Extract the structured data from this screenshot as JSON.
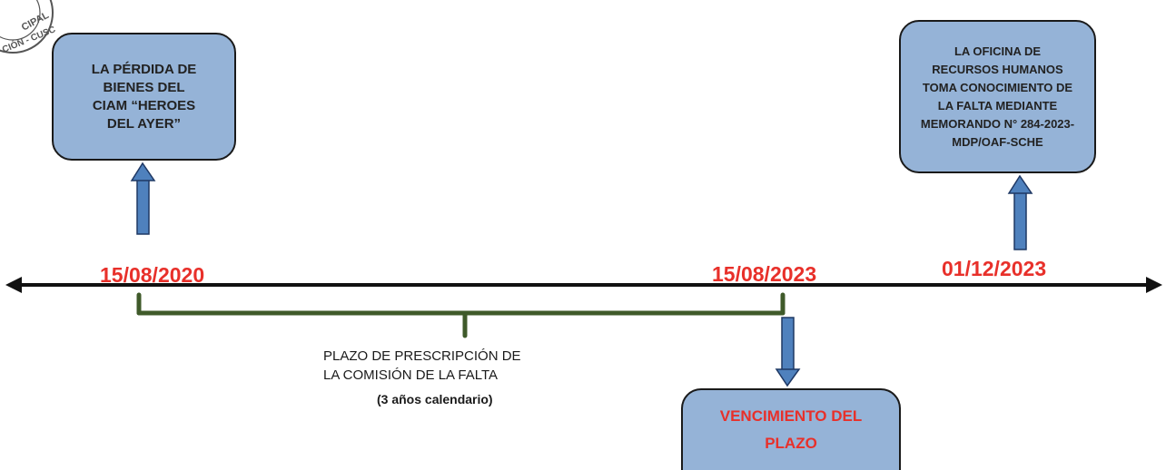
{
  "events": {
    "loss_box": "LA PÉRDIDA DE\nBIENES DEL\nCIAM “HEROES\nDEL AYER”",
    "rrhh_box": "LA OFICINA DE\nRECURSOS HUMANOS\nTOMA CONOCIMIENTO DE\nLA FALTA MEDIANTE\nMEMORANDO N° 284-2023-\nMDP/OAF-SCHE",
    "expiry_box": "VENCIMIENTO DEL\nPLAZO"
  },
  "dates": {
    "start": "15/08/2020",
    "expiry": "15/08/2023",
    "knowledge": "01/12/2023"
  },
  "plazo": {
    "text": "PLAZO DE PRESCRIPCIÓN DE\nLA COMISIÓN DE LA FALTA",
    "subtext": "(3 años calendario)"
  },
  "seal": {
    "text_a": "CIPAL",
    "text_b": "CIÓN - CUSC"
  },
  "colors": {
    "box_fill": "#95b3d7",
    "date_red": "#e8302a",
    "arrow_blue": "#4f81bd",
    "bracket_green": "#3f5a2a"
  }
}
